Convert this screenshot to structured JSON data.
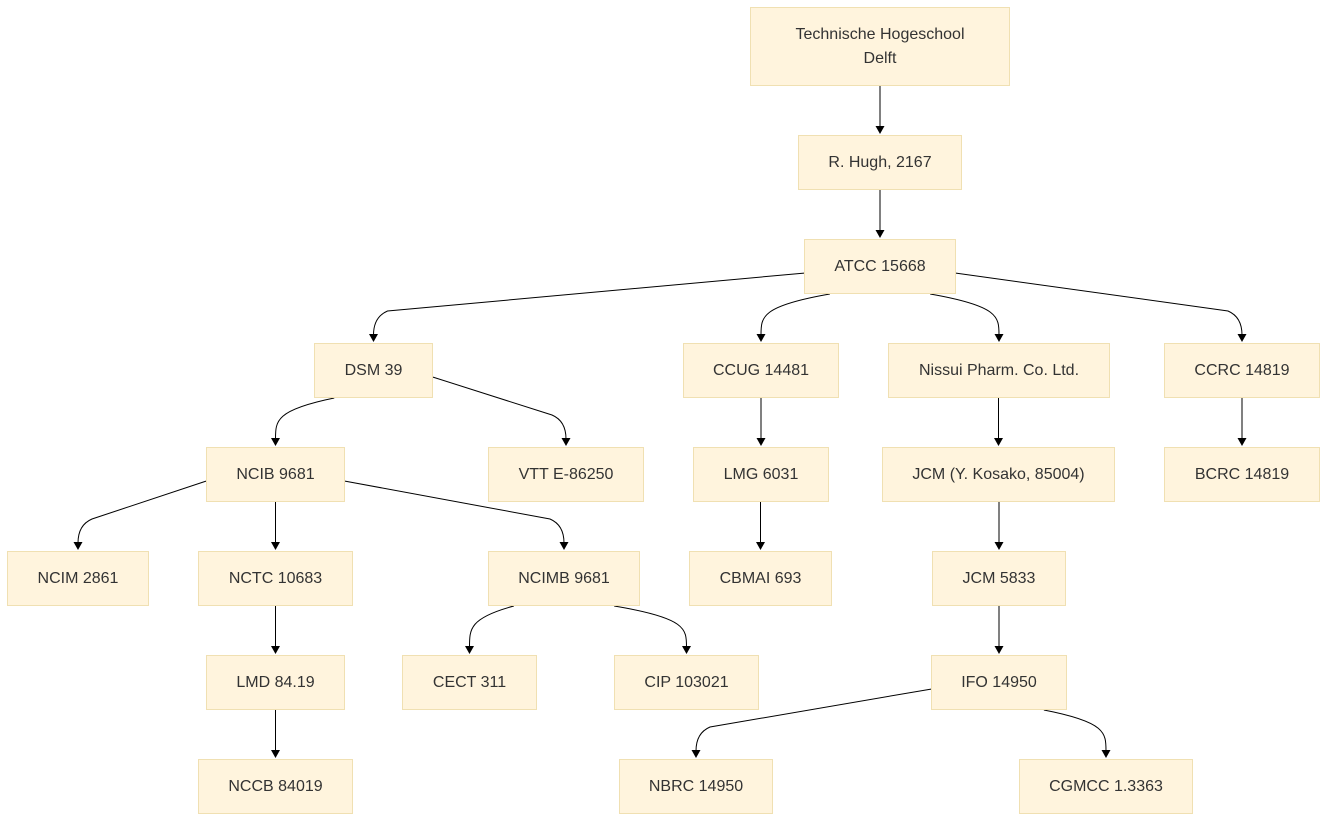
{
  "colors": {
    "node_fill": "#fff4dd",
    "node_border": "#f0e0b2",
    "edge": "#000000",
    "text": "#333333"
  },
  "nodes": [
    {
      "id": "tu-delft",
      "label": "Technische Hogeschool\nDelft"
    },
    {
      "id": "hugh",
      "label": "R. Hugh, 2167"
    },
    {
      "id": "atcc",
      "label": "ATCC 15668"
    },
    {
      "id": "dsm",
      "label": "DSM 39"
    },
    {
      "id": "ccug",
      "label": "CCUG 14481"
    },
    {
      "id": "nissui",
      "label": "Nissui Pharm. Co. Ltd."
    },
    {
      "id": "ccrc",
      "label": "CCRC 14819"
    },
    {
      "id": "ncib",
      "label": "NCIB 9681"
    },
    {
      "id": "vtt",
      "label": "VTT E-86250"
    },
    {
      "id": "lmg",
      "label": "LMG 6031"
    },
    {
      "id": "jcm-kosako",
      "label": "JCM (Y. Kosako, 85004)"
    },
    {
      "id": "bcrc",
      "label": "BCRC 14819"
    },
    {
      "id": "ncim",
      "label": "NCIM 2861"
    },
    {
      "id": "nctc",
      "label": "NCTC 10683"
    },
    {
      "id": "ncimb",
      "label": "NCIMB 9681"
    },
    {
      "id": "cbmai",
      "label": "CBMAI 693"
    },
    {
      "id": "jcm5833",
      "label": "JCM 5833"
    },
    {
      "id": "lmd",
      "label": "LMD 84.19"
    },
    {
      "id": "cect",
      "label": "CECT 311"
    },
    {
      "id": "cip",
      "label": "CIP 103021"
    },
    {
      "id": "ifo",
      "label": "IFO 14950"
    },
    {
      "id": "nccb",
      "label": "NCCB 84019"
    },
    {
      "id": "nbrc",
      "label": "NBRC 14950"
    },
    {
      "id": "cgmcc",
      "label": "CGMCC 1.3363"
    }
  ],
  "edges": [
    {
      "from": "tu-delft",
      "to": "hugh"
    },
    {
      "from": "hugh",
      "to": "atcc"
    },
    {
      "from": "atcc",
      "to": "dsm"
    },
    {
      "from": "atcc",
      "to": "ccug"
    },
    {
      "from": "atcc",
      "to": "nissui"
    },
    {
      "from": "atcc",
      "to": "ccrc"
    },
    {
      "from": "dsm",
      "to": "ncib"
    },
    {
      "from": "dsm",
      "to": "vtt"
    },
    {
      "from": "ccug",
      "to": "lmg"
    },
    {
      "from": "nissui",
      "to": "jcm-kosako"
    },
    {
      "from": "ccrc",
      "to": "bcrc"
    },
    {
      "from": "ncib",
      "to": "ncim"
    },
    {
      "from": "ncib",
      "to": "nctc"
    },
    {
      "from": "ncib",
      "to": "ncimb"
    },
    {
      "from": "lmg",
      "to": "cbmai"
    },
    {
      "from": "jcm-kosako",
      "to": "jcm5833"
    },
    {
      "from": "nctc",
      "to": "lmd"
    },
    {
      "from": "ncimb",
      "to": "cect"
    },
    {
      "from": "ncimb",
      "to": "cip"
    },
    {
      "from": "jcm5833",
      "to": "ifo"
    },
    {
      "from": "lmd",
      "to": "nccb"
    },
    {
      "from": "ifo",
      "to": "nbrc"
    },
    {
      "from": "ifo",
      "to": "cgmcc"
    }
  ]
}
